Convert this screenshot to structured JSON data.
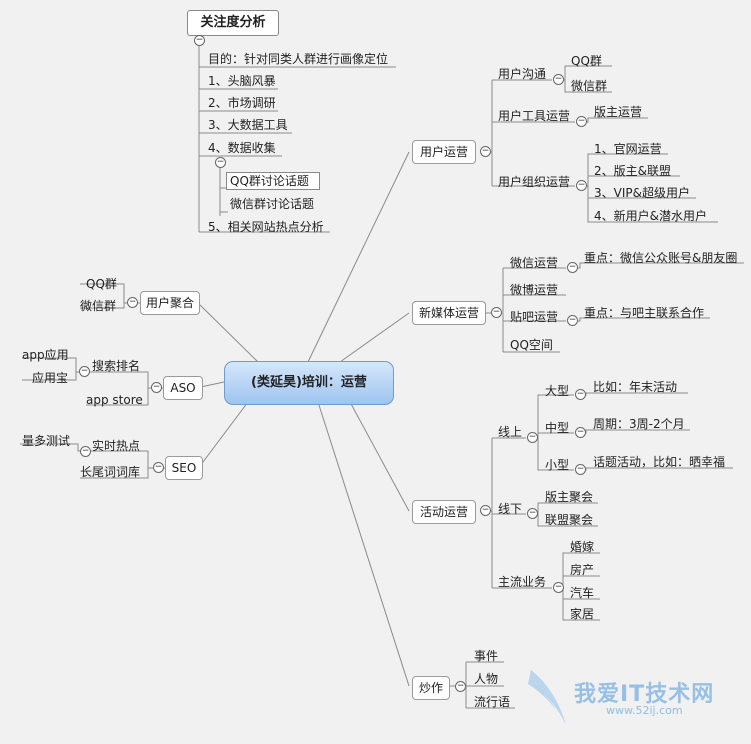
{
  "root": "(类延昊)培训：运营",
  "analysis": {
    "title": "关注度分析",
    "items": [
      "目的：针对同类人群进行画像定位",
      "1、头脑风暴",
      "2、市场调研",
      "3、大数据工具",
      "4、数据收集",
      "5、相关网站热点分析"
    ],
    "collect": [
      "QQ群讨论话题",
      "微信群讨论话题"
    ]
  },
  "left": {
    "user_gather": {
      "label": "用户聚合",
      "children": [
        "QQ群",
        "微信群"
      ]
    },
    "aso": {
      "label": "ASO",
      "search": "搜索排名",
      "search_children": [
        "app应用",
        "应用宝"
      ],
      "store": "app store"
    },
    "seo": {
      "label": "SEO",
      "hot": "实时热点",
      "hot_children": [
        "量多测试"
      ],
      "longtail": "长尾词词库"
    }
  },
  "user_ops": {
    "label": "用户运营",
    "comm": "用户沟通",
    "comm_children": [
      "QQ群",
      "微信群"
    ],
    "tool": "用户工具运营",
    "tool_children": [
      "版主运营"
    ],
    "org": "用户组织运营",
    "org_children": [
      "1、官网运营",
      "2、版主&联盟",
      "3、VIP&超级用户",
      "4、新用户&潜水用户"
    ]
  },
  "media_ops": {
    "label": "新媒体运营",
    "wechat": "微信运营",
    "wechat_note": "重点：微信公众账号&朋友圈",
    "weibo": "微博运营",
    "tieba": "贴吧运营",
    "tieba_note": "重点：与吧主联系合作",
    "qzone": "QQ空间"
  },
  "event_ops": {
    "label": "活动运营",
    "online": "线上",
    "large": "大型",
    "large_note": "比如：年末活动",
    "medium": "中型",
    "medium_note": "周期：3周-2个月",
    "small": "小型",
    "small_note": "话题活动，比如：晒幸福",
    "offline": "线下",
    "offline_children": [
      "版主聚会",
      "联盟聚会"
    ],
    "main": "主流业务",
    "main_children": [
      "婚嫁",
      "房产",
      "汽车",
      "家居"
    ]
  },
  "hype": {
    "label": "炒作",
    "children": [
      "事件",
      "人物",
      "流行语"
    ]
  },
  "watermark": {
    "text": "我爱IT技术网",
    "url": "www.52ij.com"
  }
}
